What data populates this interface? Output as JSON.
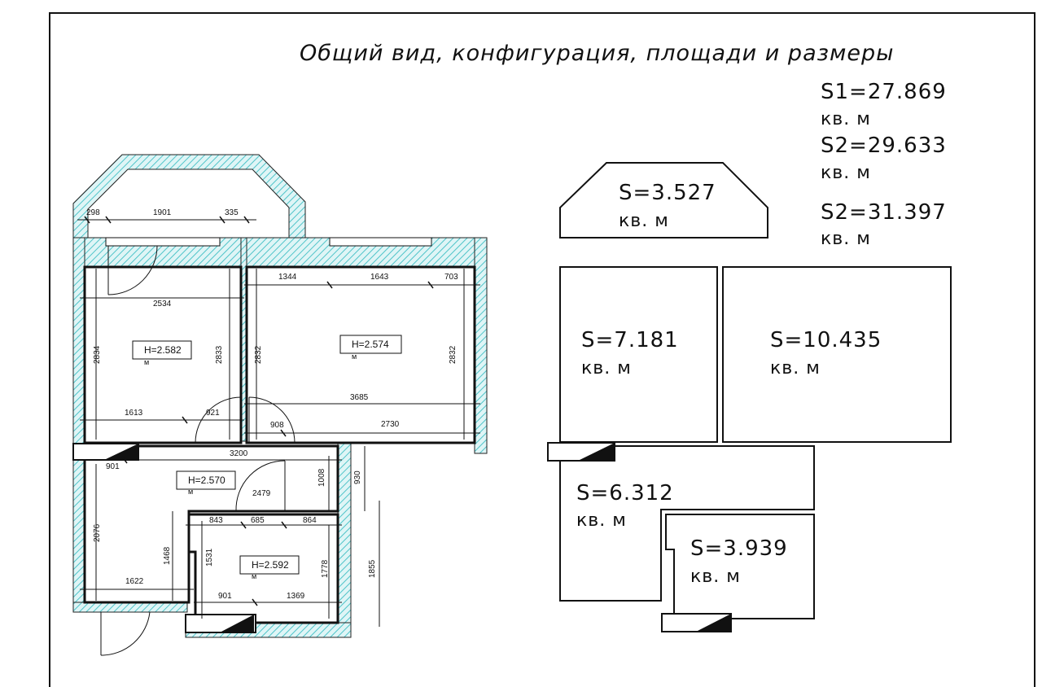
{
  "title": "Общий вид, конфигурация, площади и размеры",
  "unit": "кв.  м",
  "height_unit": "м",
  "totals": [
    {
      "label": "S1=27.869"
    },
    {
      "label": "S2=29.633"
    },
    {
      "label": "S2=31.397"
    }
  ],
  "rooms": [
    {
      "id": "balcony",
      "area": "S=3.527"
    },
    {
      "id": "room-left",
      "area": "S=7.181"
    },
    {
      "id": "room-right",
      "area": "S=10.435"
    },
    {
      "id": "hall",
      "area": "S=6.312"
    },
    {
      "id": "bath",
      "area": "S=3.939"
    }
  ],
  "heights": [
    {
      "id": "room-left",
      "label": "H=2.582"
    },
    {
      "id": "room-right",
      "label": "H=2.574"
    },
    {
      "id": "hall",
      "label": "H=2.570"
    },
    {
      "id": "bath",
      "label": "H=2.592"
    }
  ],
  "dimensions": [
    "298",
    "1901",
    "335",
    "1344",
    "1643",
    "703",
    "2534",
    "2834",
    "2833",
    "2832",
    "2832",
    "1613",
    "921",
    "3685",
    "908",
    "2730",
    "3200",
    "901",
    "930",
    "1008",
    "2479",
    "843",
    "685",
    "864",
    "2076",
    "1468",
    "1531",
    "1778",
    "1855",
    "1622",
    "901",
    "1369"
  ]
}
